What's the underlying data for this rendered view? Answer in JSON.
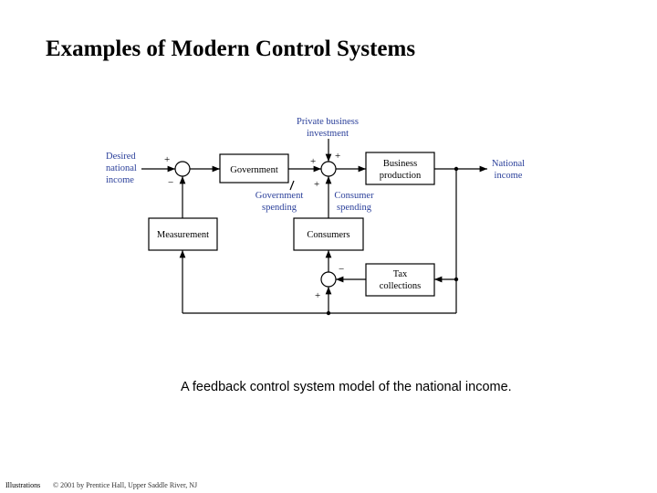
{
  "slide": {
    "title": "Examples of Modern Control Systems",
    "caption": "A feedback control system model of the national income.",
    "footer_left": "Illustrations",
    "footer_copyright": "© 2001 by Prentice Hall, Upper Saddle River, NJ"
  },
  "diagram": {
    "blocks": {
      "government": "Government",
      "business_production": [
        "Business",
        "production"
      ],
      "measurement": "Measurement",
      "consumers": "Consumers",
      "tax_collections": [
        "Tax",
        "collections"
      ]
    },
    "labels": {
      "desired_national_income": [
        "Desired",
        "national",
        "income"
      ],
      "private_business_investment": [
        "Private business",
        "investment"
      ],
      "national_income": [
        "National",
        "income"
      ],
      "government_spending": [
        "Government",
        "spending"
      ],
      "consumer_spending": [
        "Consumer",
        "spending"
      ]
    },
    "signs": {
      "plus": "+",
      "minus": "−"
    }
  }
}
